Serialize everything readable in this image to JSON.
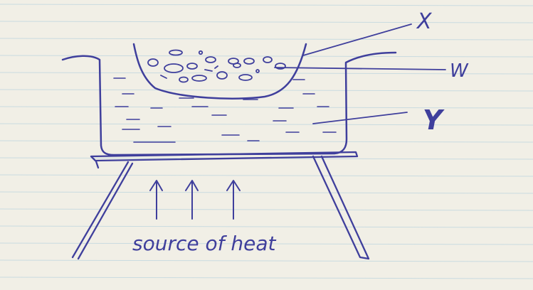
{
  "colors": {
    "paper": "#f1efe6",
    "rule_line": "#c9dbe0",
    "ink": "#3f3f9c"
  },
  "labels": {
    "x": "X",
    "w": "W",
    "y": "Y",
    "heat_source": "source of heat"
  }
}
